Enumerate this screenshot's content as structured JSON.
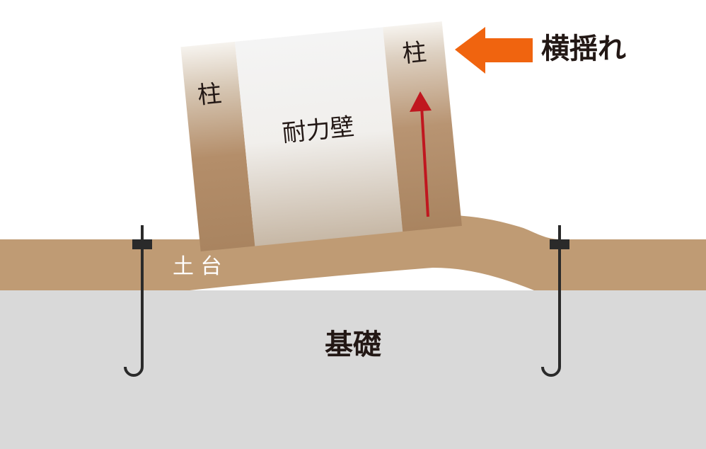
{
  "labels": {
    "pillar_left": "柱",
    "pillar_right": "柱",
    "shear_wall": "耐力壁",
    "lateral_shaking": "横揺れ",
    "sill": "土 台",
    "foundation": "基礎"
  },
  "colors": {
    "sill": "#bf9b74",
    "foundation": "#d9d9d9",
    "arrow_orange": "#f0640f",
    "uplift_red": "#c0171f",
    "anchor_bolt": "#2a2a2a",
    "pillar_wood": "#b48e6a",
    "wall_light": "#f4f4f4",
    "text_dark": "#231815"
  },
  "icons": {
    "lateral_arrow": "arrow-left-icon",
    "uplift_arrow": "arrow-up-icon",
    "anchor": "anchor-bolt-icon"
  }
}
